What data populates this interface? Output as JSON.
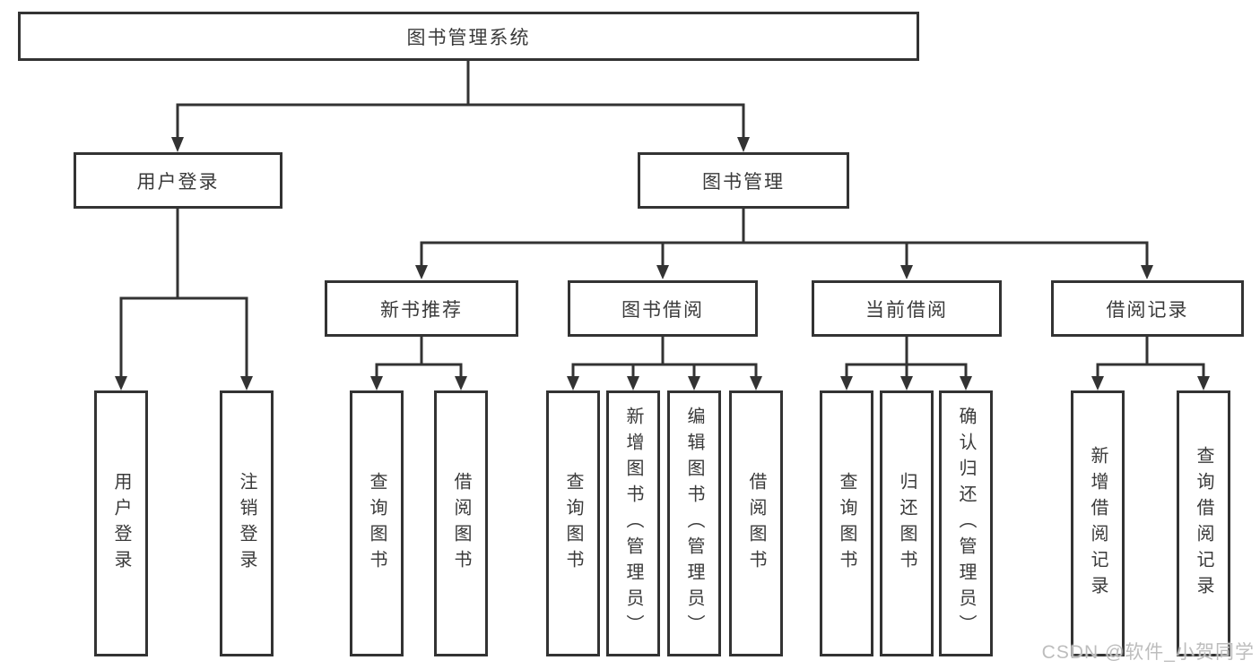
{
  "watermark": {
    "text": "CSDN @软件_小贺同学"
  },
  "colors": {
    "line": "#333333",
    "box_border": "#333333",
    "box_background": "#ffffff",
    "text": "#3a3a3a",
    "watermark_text": "#bdbdbd",
    "page_background": "#ffffff"
  },
  "diagram": {
    "type": "hierarchy-tree",
    "root": {
      "label": "图书管理系统"
    },
    "children": [
      {
        "label": "用户登录",
        "children": [
          {
            "label": "用户登录"
          },
          {
            "label": "注销登录"
          }
        ]
      },
      {
        "label": "图书管理",
        "children": [
          {
            "label": "新书推荐",
            "children": [
              {
                "label": "查询图书"
              },
              {
                "label": "借阅图书"
              }
            ]
          },
          {
            "label": "图书借阅",
            "children": [
              {
                "label": "查询图书"
              },
              {
                "label": "新增图书（管理员）"
              },
              {
                "label": "编辑图书（管理员）"
              },
              {
                "label": "借阅图书"
              }
            ]
          },
          {
            "label": "当前借阅",
            "children": [
              {
                "label": "查询图书"
              },
              {
                "label": "归还图书"
              },
              {
                "label": "确认归还（管理员）"
              }
            ]
          },
          {
            "label": "借阅记录",
            "children": [
              {
                "label": "新增借阅记录"
              },
              {
                "label": "查询借阅记录"
              }
            ]
          }
        ]
      }
    ]
  }
}
